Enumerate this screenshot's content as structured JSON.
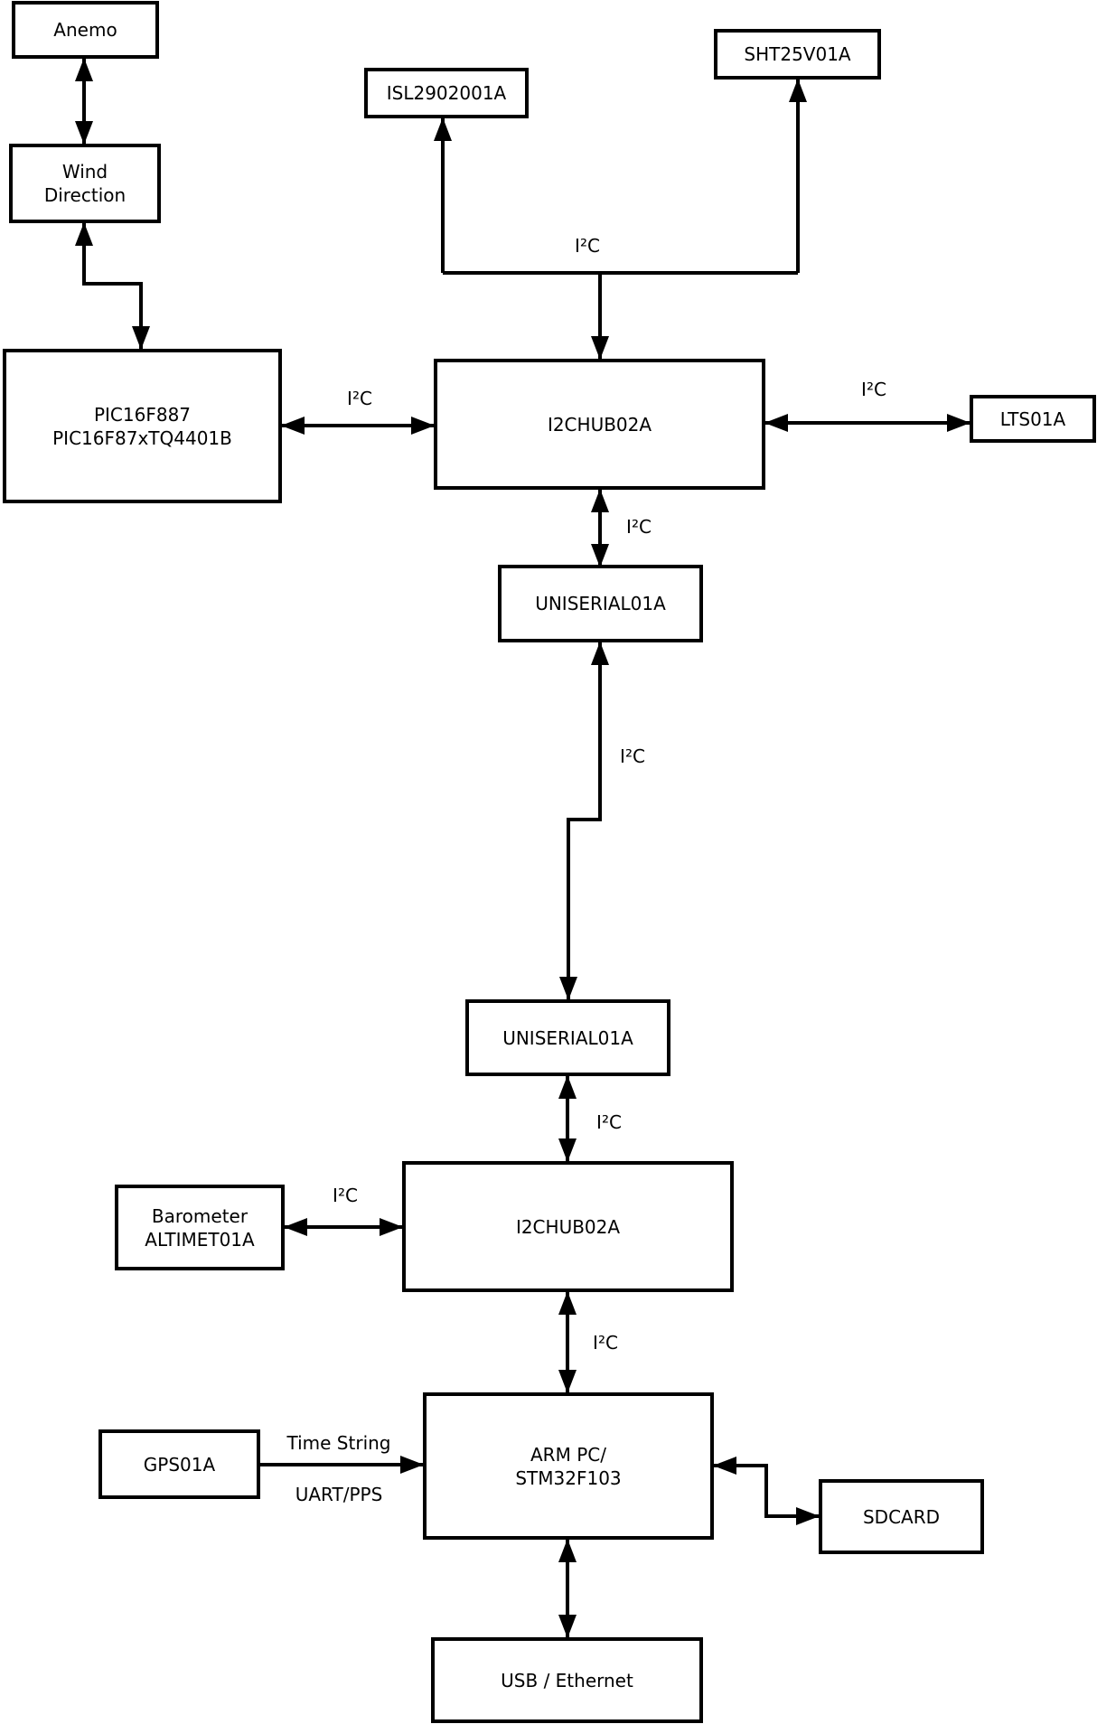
{
  "diagram": {
    "background_color": "#ffffff",
    "line_color": "#000000",
    "nodes": {
      "anemo": {
        "label": "Anemo"
      },
      "wind_direction": {
        "label": "Wind\nDirection"
      },
      "pic": {
        "label": "PIC16F887\nPIC16F87xTQ4401B"
      },
      "isl": {
        "label": "ISL2902001A"
      },
      "sht": {
        "label": "SHT25V01A"
      },
      "i2chub_top": {
        "label": "I2CHUB02A"
      },
      "lts": {
        "label": "LTS01A"
      },
      "uniserial_top": {
        "label": "UNISERIAL01A"
      },
      "uniserial_bottom": {
        "label": "UNISERIAL01A"
      },
      "i2chub_bottom": {
        "label": "I2CHUB02A"
      },
      "barometer": {
        "label": "Barometer\nALTIMET01A"
      },
      "gps": {
        "label": "GPS01A"
      },
      "arm": {
        "label": "ARM PC/\nSTM32F103"
      },
      "sdcard": {
        "label": "SDCARD"
      },
      "usb": {
        "label": "USB / Ethernet"
      }
    },
    "edge_labels": {
      "bus_i2c": "I²C",
      "pic_i2c": "I²C",
      "lts_i2c": "I²C",
      "hub_uni_i2c": "I²C",
      "uni_uni_i2c": "I²C",
      "uni_hub2_i2c": "I²C",
      "baro_i2c": "I²C",
      "hub2_arm_i2c": "I²C",
      "gps_time": "Time String",
      "gps_uart": "UART/PPS"
    }
  }
}
